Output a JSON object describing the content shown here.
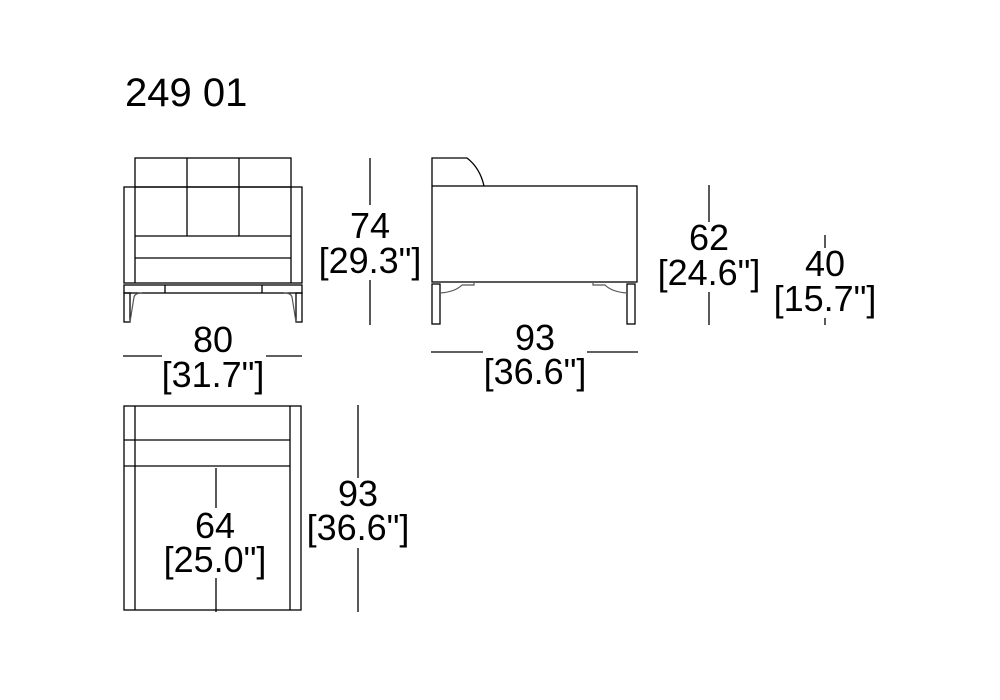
{
  "title": "249 01",
  "dimensions": {
    "front_width": {
      "cm": "80",
      "in": "[31.7\"]"
    },
    "height": {
      "cm": "74",
      "in": "[29.3\"]"
    },
    "side_depth": {
      "cm": "93",
      "in": "[36.6\"]"
    },
    "arm_height": {
      "cm": "62",
      "in": "[24.6\"]"
    },
    "seat_height": {
      "cm": "40",
      "in": "[15.7\"]"
    },
    "seat_depth": {
      "cm": "64",
      "in": "[25.0\"]"
    },
    "top_depth": {
      "cm": "93",
      "in": "[36.6\"]"
    }
  }
}
